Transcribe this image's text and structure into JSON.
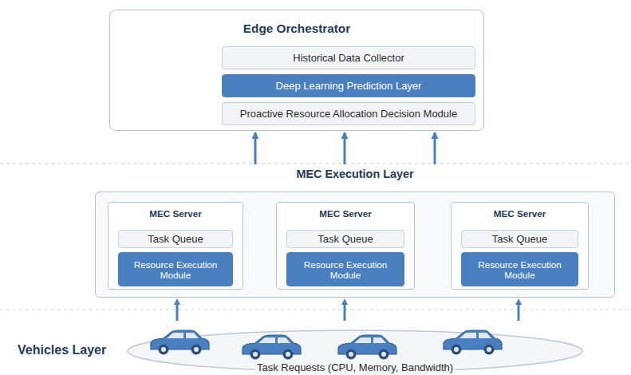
{
  "diagram": {
    "nodes": [
      {
        "text": [
          "Edge Orchestrator"
        ]
      },
      {
        "text": [
          "Historical Data Collector"
        ],
        "in": 0
      },
      {
        "text": [
          "Deep Learning Prediction Layer"
        ],
        "in": 0
      },
      {
        "text": [
          "Proactive Resource Allocation Decision Module"
        ],
        "in": 0
      },
      {
        "text": [
          "MEC Execution Layer"
        ]
      },
      {
        "text": [
          "MEC Server"
        ],
        "in": 4
      },
      {
        "text": [
          "Task Queue"
        ],
        "in": 5
      },
      {
        "text": [
          "Resource Execution Module"
        ],
        "in": 5
      },
      {
        "text": [
          "MEC Server"
        ],
        "in": 4
      },
      {
        "text": [
          "Task Queue"
        ],
        "in": 8
      },
      {
        "text": [
          "Resource Execution Module"
        ],
        "in": 8
      },
      {
        "text": [
          "MEC Server"
        ],
        "in": 4
      },
      {
        "text": [
          "Task Queue"
        ],
        "in": 11
      },
      {
        "text": [
          "Resource Execution Module"
        ],
        "in": 11
      }
    ],
    "edges": [
      {
        "from": 5,
        "to": 8,
        "arrow": "to"
      },
      {
        "from": 8,
        "to": 11,
        "arrow": "to"
      },
      {
        "from": 4,
        "to": 0,
        "arrow": "to"
      },
      {
        "from": 4,
        "to": 0,
        "arrow": "to"
      },
      {
        "from": 4,
        "to": 0,
        "arrow": "to"
      }
    ],
    "labels": [
      "Vehicles Layer",
      "Task Requests (CPU, Memory, Bandwidth)"
    ]
  }
}
